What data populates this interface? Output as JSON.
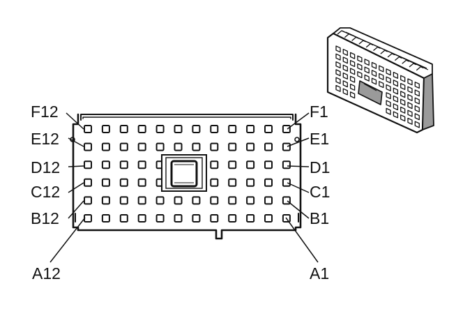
{
  "diagram": {
    "colors": {
      "ink": "#111111",
      "paper": "#ffffff",
      "shade": "#9a9a9a"
    },
    "row_labels_right": [
      "F1",
      "E1",
      "D1",
      "C1",
      "B1"
    ],
    "row_labels_left": [
      "F12",
      "E12",
      "D12",
      "C12",
      "B12"
    ],
    "corner_labels": {
      "bottom_left": "A12",
      "bottom_right": "A1"
    },
    "grid": {
      "rows": 6,
      "columns": 12
    },
    "icons": {
      "connector_3d": "connector-perspective-icon",
      "center_block": "center-key-icon"
    }
  }
}
